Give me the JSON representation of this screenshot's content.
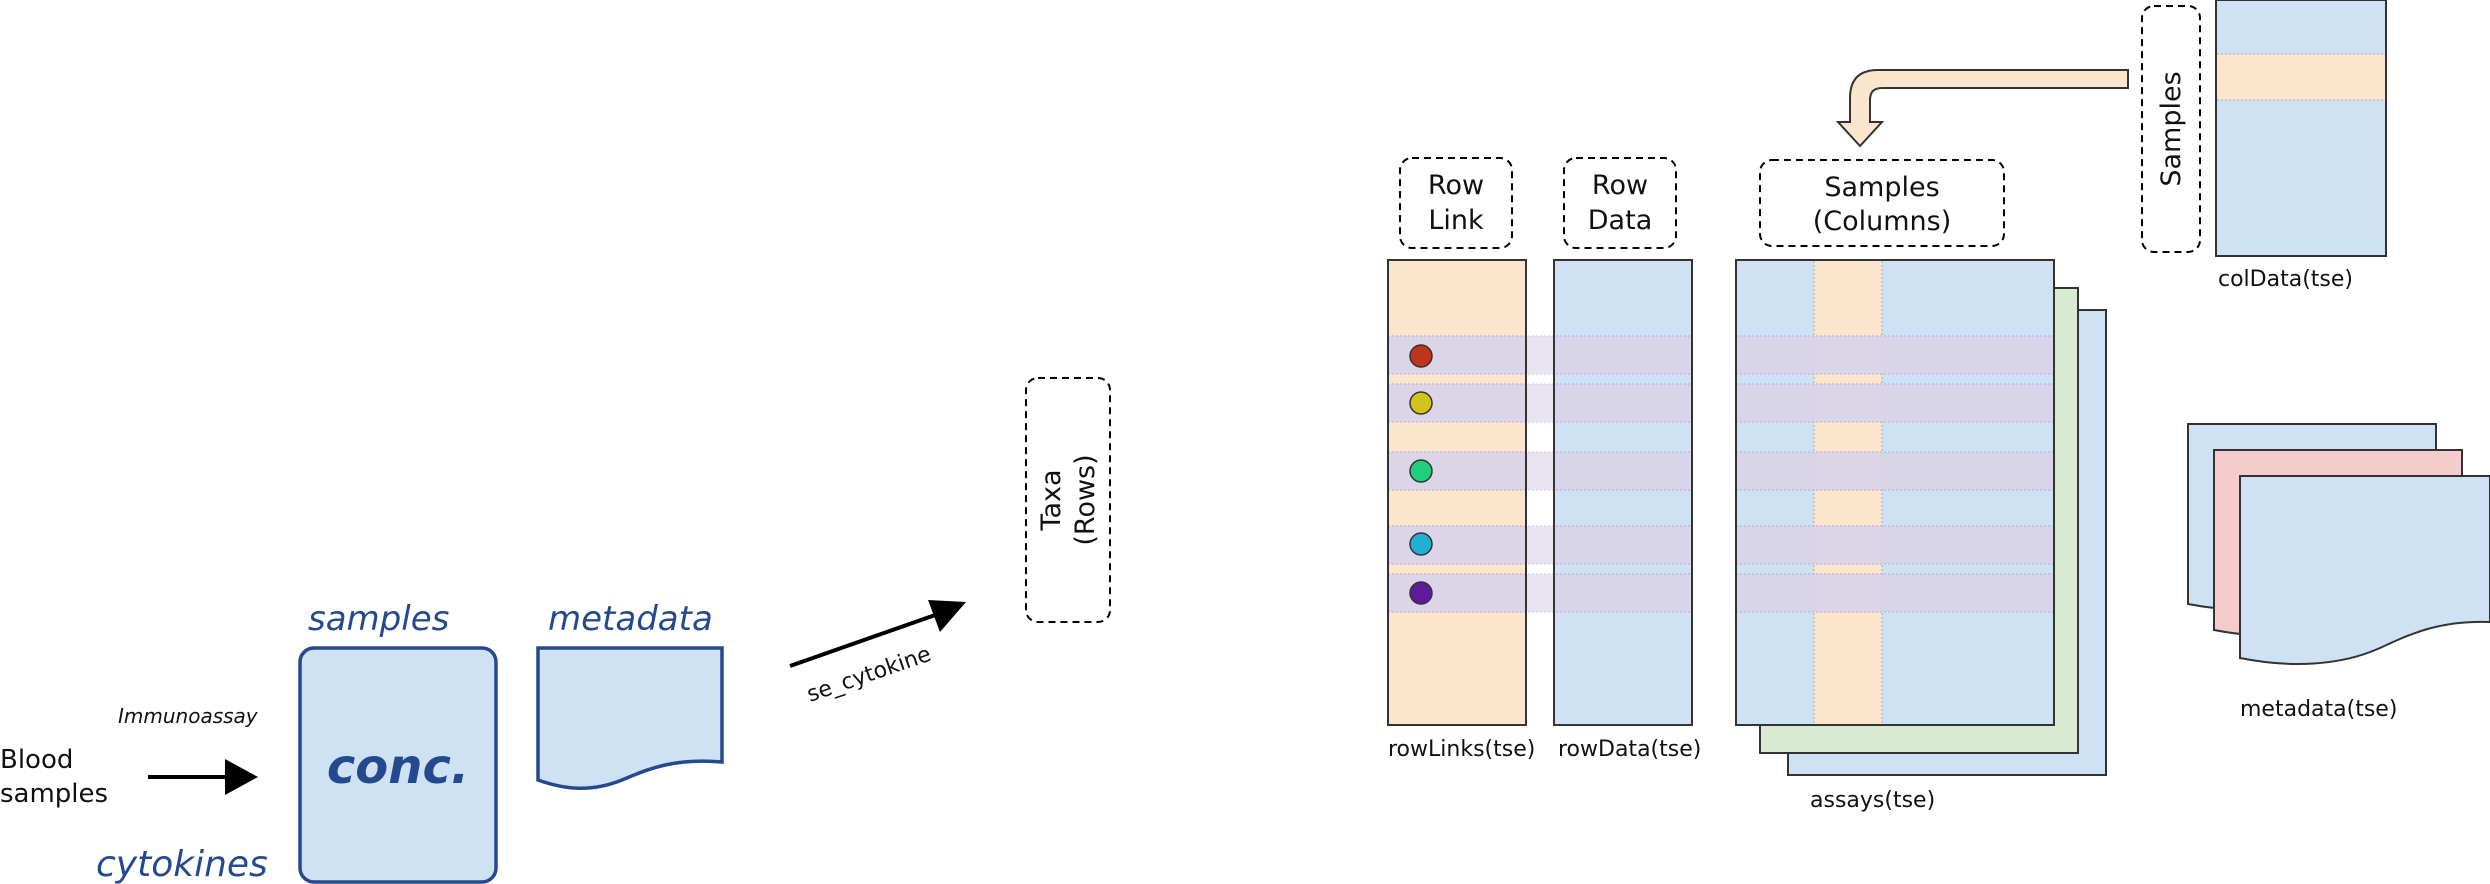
{
  "left": {
    "blood_line1": "Blood",
    "blood_line2": "samples",
    "immunoassay": "Immunoassay",
    "cytokines": "cytokines",
    "samples": "samples",
    "conc": "conc.",
    "metadata": "metadata",
    "se_cytokine": "se_cytokine"
  },
  "right": {
    "taxa_line1": "Taxa",
    "taxa_line2": "(Rows)",
    "rowlink_line1": "Row",
    "rowlink_line2": "Link",
    "rowdata_line1": "Row",
    "rowdata_line2": "Data",
    "samplescol_line1": "Samples",
    "samplescol_line2": "(Columns)",
    "samples_vertical": "Samples",
    "rowlinks_caption": "rowLinks(tse)",
    "rowdata_caption": "rowData(tse)",
    "assays_caption": "assays(tse)",
    "coldata_caption": "colData(tse)",
    "metadata_caption": "metadata(tse)"
  },
  "colors": {
    "light_blue": "#cfe2f3",
    "peach": "#fce5cd",
    "lavender": "#d9d2e9",
    "light_green": "#d9ead3",
    "pink": "#f4cccc",
    "dark_blue": "#24498f",
    "dot_colors": [
      "#c0341d",
      "#d4c41a",
      "#1fd07a",
      "#1fb0d4",
      "#5e1a9a"
    ]
  }
}
